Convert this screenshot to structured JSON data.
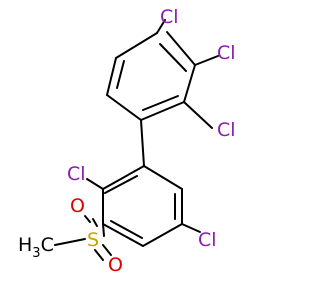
{
  "molecule": {
    "atoms": {
      "cl_top": "Cl",
      "cl_right": "Cl",
      "cl_mid": "Cl",
      "cl_left": "Cl",
      "cl_bottom": "Cl",
      "s": "S",
      "o_top": "O",
      "o_bottom": "O",
      "ch3_main": "H",
      "ch3_sub": "3",
      "ch3_c": "C"
    },
    "colors": {
      "chlorine": "#8a1cae",
      "sulfur": "#c9a400",
      "oxygen": "#e00000",
      "carbon": "#000000",
      "bond": "#000000"
    }
  }
}
